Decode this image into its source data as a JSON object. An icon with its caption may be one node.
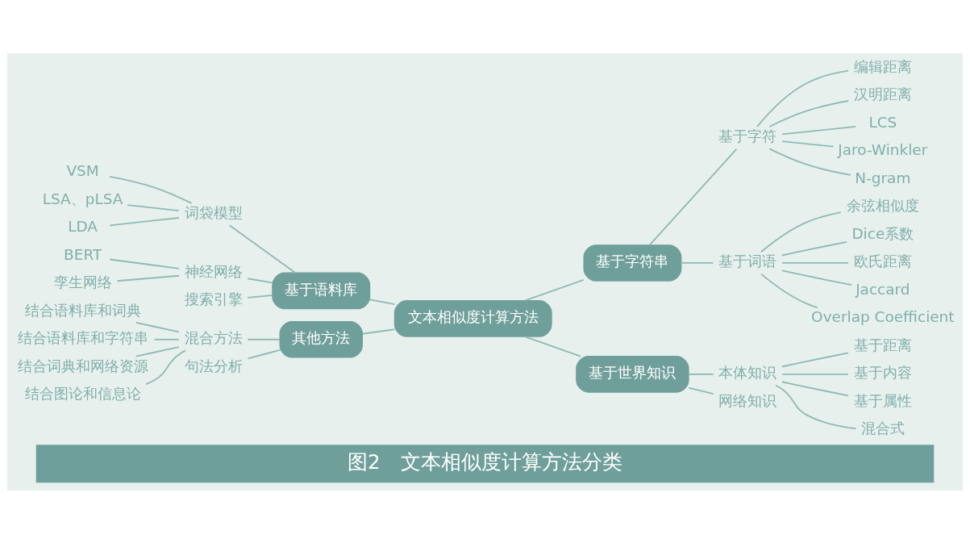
{
  "diagram": {
    "caption": "图2　文本相似度计算方法分类",
    "nodes": [
      {
        "text": [
          "文本相似度计算方法"
        ]
      },
      {
        "text": [
          "基于语料库"
        ]
      },
      {
        "text": [
          "词袋模型"
        ]
      },
      {
        "text": [
          "VSM"
        ]
      },
      {
        "text": [
          "LSA、pLSA"
        ]
      },
      {
        "text": [
          "LDA"
        ]
      },
      {
        "text": [
          "神经网络"
        ]
      },
      {
        "text": [
          "BERT"
        ]
      },
      {
        "text": [
          "孪生网络"
        ]
      },
      {
        "text": [
          "搜索引擎"
        ]
      },
      {
        "text": [
          "其他方法"
        ]
      },
      {
        "text": [
          "混合方法"
        ]
      },
      {
        "text": [
          "结合语料库和词典"
        ]
      },
      {
        "text": [
          "结合语料库和字符串"
        ]
      },
      {
        "text": [
          "结合词典和网络资源"
        ]
      },
      {
        "text": [
          "结合图论和信息论"
        ]
      },
      {
        "text": [
          "句法分析"
        ]
      },
      {
        "text": [
          "基于字符串"
        ]
      },
      {
        "text": [
          "基于字符"
        ]
      },
      {
        "text": [
          "编辑距离"
        ]
      },
      {
        "text": [
          "汉明距离"
        ]
      },
      {
        "text": [
          "LCS"
        ]
      },
      {
        "text": [
          "Jaro-Winkler"
        ]
      },
      {
        "text": [
          "N-gram"
        ]
      },
      {
        "text": [
          "基于词语"
        ]
      },
      {
        "text": [
          "余弦相似度"
        ]
      },
      {
        "text": [
          "Dice系数"
        ]
      },
      {
        "text": [
          "欧氏距离"
        ]
      },
      {
        "text": [
          "Jaccard"
        ]
      },
      {
        "text": [
          "Overlap Coefficient"
        ]
      },
      {
        "text": [
          "基于世界知识"
        ]
      },
      {
        "text": [
          "本体知识"
        ]
      },
      {
        "text": [
          "基于距离"
        ]
      },
      {
        "text": [
          "基于内容"
        ]
      },
      {
        "text": [
          "基于属性"
        ]
      },
      {
        "text": [
          "混合式"
        ]
      },
      {
        "text": [
          "网络知识"
        ]
      }
    ],
    "edges": [
      {
        "from": 0,
        "to": 1,
        "arrow": "none"
      },
      {
        "from": 1,
        "to": 2,
        "arrow": "none"
      },
      {
        "from": 2,
        "to": 3,
        "arrow": "none"
      },
      {
        "from": 2,
        "to": 4,
        "arrow": "none"
      },
      {
        "from": 2,
        "to": 5,
        "arrow": "none"
      },
      {
        "from": 1,
        "to": 6,
        "arrow": "none"
      },
      {
        "from": 6,
        "to": 7,
        "arrow": "none"
      },
      {
        "from": 6,
        "to": 8,
        "arrow": "none"
      },
      {
        "from": 1,
        "to": 9,
        "arrow": "none"
      },
      {
        "from": 0,
        "to": 10,
        "arrow": "none"
      },
      {
        "from": 10,
        "to": 11,
        "arrow": "none"
      },
      {
        "from": 11,
        "to": 12,
        "arrow": "none"
      },
      {
        "from": 11,
        "to": 13,
        "arrow": "none"
      },
      {
        "from": 11,
        "to": 14,
        "arrow": "none"
      },
      {
        "from": 11,
        "to": 15,
        "arrow": "none"
      },
      {
        "from": 10,
        "to": 16,
        "arrow": "none"
      },
      {
        "from": 0,
        "to": 17,
        "arrow": "none"
      },
      {
        "from": 17,
        "to": 18,
        "arrow": "none"
      },
      {
        "from": 18,
        "to": 19,
        "arrow": "none"
      },
      {
        "from": 18,
        "to": 20,
        "arrow": "none"
      },
      {
        "from": 18,
        "to": 21,
        "arrow": "none"
      },
      {
        "from": 18,
        "to": 22,
        "arrow": "none"
      },
      {
        "from": 18,
        "to": 23,
        "arrow": "none"
      },
      {
        "from": 17,
        "to": 24,
        "arrow": "none"
      },
      {
        "from": 24,
        "to": 25,
        "arrow": "none"
      },
      {
        "from": 24,
        "to": 26,
        "arrow": "none"
      },
      {
        "from": 24,
        "to": 27,
        "arrow": "none"
      },
      {
        "from": 24,
        "to": 28,
        "arrow": "none"
      },
      {
        "from": 24,
        "to": 29,
        "arrow": "none"
      },
      {
        "from": 0,
        "to": 30,
        "arrow": "none"
      },
      {
        "from": 30,
        "to": 31,
        "arrow": "none"
      },
      {
        "from": 31,
        "to": 32,
        "arrow": "none"
      },
      {
        "from": 31,
        "to": 33,
        "arrow": "none"
      },
      {
        "from": 31,
        "to": 34,
        "arrow": "none"
      },
      {
        "from": 31,
        "to": 35,
        "arrow": "none"
      },
      {
        "from": 30,
        "to": 36,
        "arrow": "none"
      }
    ]
  }
}
